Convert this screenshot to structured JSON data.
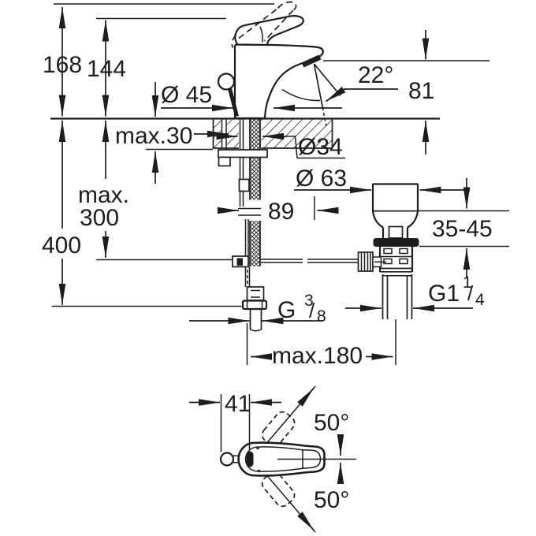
{
  "colors": {
    "line_color": "#1d1d1b",
    "background": "#ffffff"
  },
  "side_view": {
    "overall_height": "168",
    "lever_height": "144",
    "overall_depth": "400",
    "install_depth_line1": "max.",
    "install_depth_line2": "300",
    "deck_thickness": "max.30",
    "body_diameter": "Ø 45",
    "hole_diameter": "Ø34",
    "spray_angle": "22°",
    "spout_height": "81",
    "flange_diameter": "Ø 63",
    "rod_offset": "89",
    "clamp_range": "35-45",
    "supply_thread": {
      "prefix": "G",
      "numerator": "3",
      "slash": "/",
      "denominator": "8"
    },
    "drain_thread": {
      "prefix": "G1",
      "numerator": "1",
      "slash": "/",
      "denominator": "4"
    },
    "drain_distance": "max.180"
  },
  "top_view": {
    "lever_offset": "41",
    "swing_angle_up": "50°",
    "swing_angle_down": "50°"
  }
}
